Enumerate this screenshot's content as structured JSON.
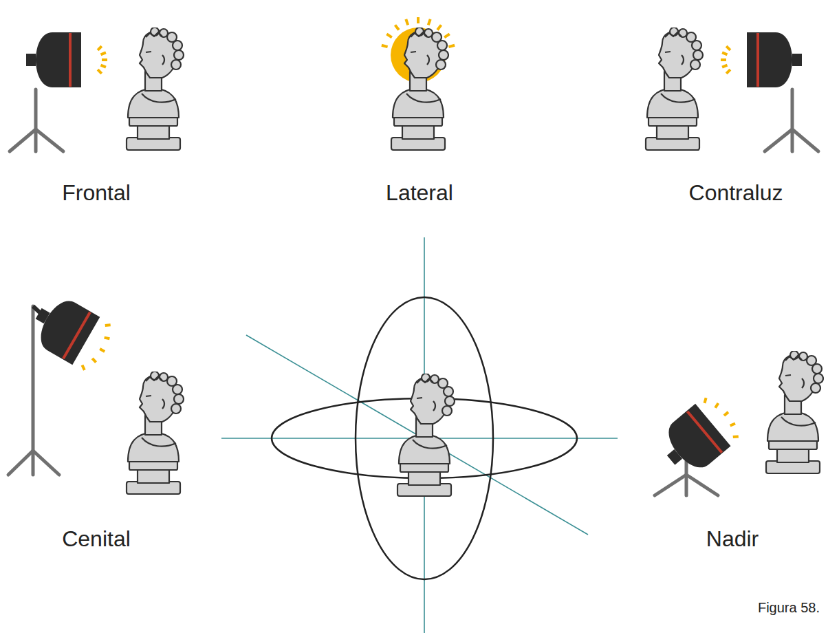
{
  "diagram": {
    "caption": "Figura 58.",
    "labels": [
      "Frontal",
      "Lateral",
      "Contraluz",
      "Cenital",
      "Nadir"
    ]
  }
}
